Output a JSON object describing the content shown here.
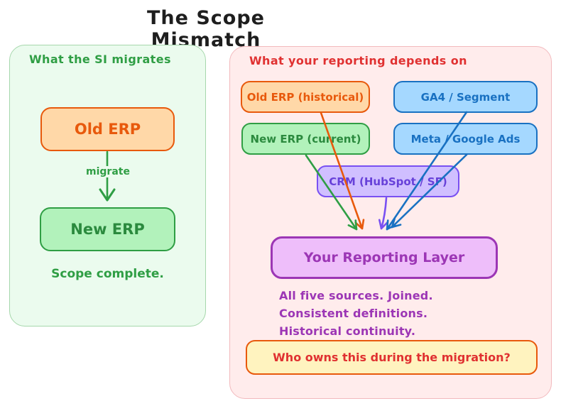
{
  "title": "The Scope Mismatch",
  "colors": {
    "title_text": "#1e1e1e",
    "green_stroke": "#2f9e44",
    "green_fill": "#b2f2bb",
    "orange_stroke": "#e8590c",
    "orange_fill": "#ffd8a8",
    "blue_stroke": "#1971c2",
    "blue_fill": "#a5d8ff",
    "violet_stroke": "#7950f2",
    "violet_fill": "#d0bfff",
    "grape_stroke": "#9c36b5",
    "grape_fill": "#eebefa",
    "yellow_fill": "#fff3bf",
    "red_text": "#e03131",
    "left_panel_fill": "#ebfbee",
    "right_panel_fill": "#ffecec"
  },
  "left_panel": {
    "header": "What the SI migrates",
    "old_erp_label": "Old ERP",
    "arrow_label": "migrate",
    "new_erp_label": "New ERP",
    "footer": "Scope complete."
  },
  "right_panel": {
    "header": "What your reporting depends on",
    "sources": [
      {
        "label": "Old ERP (historical)"
      },
      {
        "label": "GA4 / Segment"
      },
      {
        "label": "New ERP (current)"
      },
      {
        "label": "Meta / Google Ads"
      },
      {
        "label": "CRM (HubSpot / SF)"
      }
    ],
    "reporting_layer_label": "Your Reporting Layer",
    "notes": [
      "All five sources. Joined.",
      "Consistent definitions.",
      "Historical continuity."
    ],
    "question": "Who owns this during the migration?"
  }
}
